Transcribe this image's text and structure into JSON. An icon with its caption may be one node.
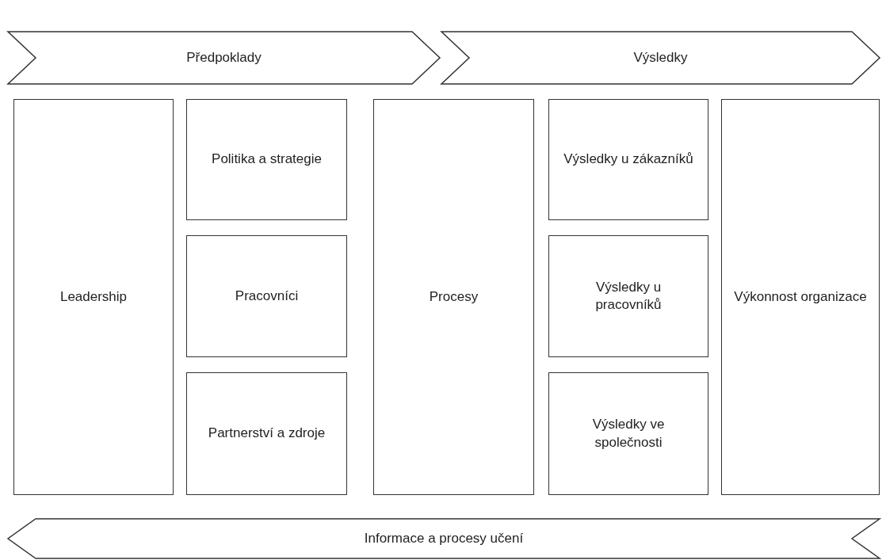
{
  "diagram": {
    "nodes": [
      {
        "text": [
          "Předpoklady"
        ]
      },
      {
        "text": [
          "Výsledky"
        ]
      },
      {
        "text": [
          "Leadership"
        ]
      },
      {
        "text": [
          "Politika a strategie"
        ]
      },
      {
        "text": [
          "Pracovníci"
        ]
      },
      {
        "text": [
          "Partnerství a zdroje"
        ]
      },
      {
        "text": [
          "Procesy"
        ]
      },
      {
        "text": [
          "Výsledky u zákazníků"
        ]
      },
      {
        "text": [
          "Výsledky u pracovníků"
        ]
      },
      {
        "text": [
          "Výsledky ve společnosti"
        ]
      },
      {
        "text": [
          "Výkonnost organizace"
        ]
      },
      {
        "text": [
          "Informace a procesy učení"
        ]
      }
    ]
  }
}
